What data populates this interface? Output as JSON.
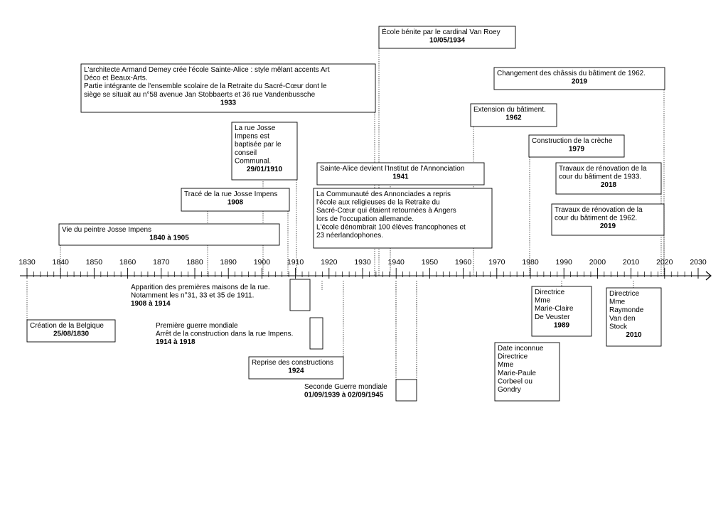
{
  "timeline": {
    "years": [
      "1830",
      "1840",
      "1850",
      "1860",
      "1870",
      "1880",
      "1890",
      "1900",
      "1910",
      "1920",
      "1930",
      "1940",
      "1950",
      "1960",
      "1970",
      "1980",
      "1990",
      "2000",
      "2010",
      "2020",
      "2030"
    ]
  },
  "events": [
    {
      "id": "ev-josse-life",
      "lines": [
        "Vie du peintre Josse Impens"
      ],
      "date": "1840 à 1905"
    },
    {
      "id": "ev-trace-rue",
      "lines": [
        "Tracé de la rue Josse Impens"
      ],
      "date": "1908"
    },
    {
      "id": "ev-rue-baptisee",
      "lines": [
        "La rue Josse",
        "Impens est",
        "baptisée par le",
        "conseil",
        "Communal."
      ],
      "date": "29/01/1910"
    },
    {
      "id": "ev-demey",
      "lines": [
        "L'architecte Armand Demey crée l'école Sainte-Alice : style mêlant accents Art",
        "Déco et Beaux-Arts.",
        "Partie intégrante de l'ensemble scolaire de la Retraite du Sacré-Cœur dont le",
        "siège se situait au n°58 avenue Jan Stobbaerts et 36 rue Vandenbussche"
      ],
      "date": "1933"
    },
    {
      "id": "ev-benite",
      "lines": [
        "École bénite par le cardinal Van Roey"
      ],
      "date": "10/05/1934"
    },
    {
      "id": "ev-annonciation",
      "lines": [
        "Sainte-Alice devient l'Institut de l'Annonciation"
      ],
      "date": "1941"
    },
    {
      "id": "ev-annonciades",
      "lines": [
        "La Communauté des Annonciades a repris",
        "l'école aux religieuses de la Retraite du",
        "Sacré-Cœur qui étaient retournées à Angers",
        "lors de l'occupation allemande.",
        "L'école dénombrait 100 élèves francophones et",
        "23 néerlandophones."
      ],
      "date": ""
    },
    {
      "id": "ev-extension",
      "lines": [
        "Extension du bâtiment."
      ],
      "date": "1962"
    },
    {
      "id": "ev-chassis",
      "lines": [
        "Changement des châssis du bâtiment de 1962."
      ],
      "date": "2019"
    },
    {
      "id": "ev-creche",
      "lines": [
        "Construction de la crèche"
      ],
      "date": "1979"
    },
    {
      "id": "ev-renov-1933",
      "lines": [
        "Travaux de rénovation de la",
        "cour du bâtiment de 1933."
      ],
      "date": "2018"
    },
    {
      "id": "ev-renov-1962",
      "lines": [
        "Travaux de rénovation de la",
        "cour du bâtiment de 1962."
      ],
      "date": "2019"
    },
    {
      "id": "ev-belgique",
      "lines": [
        "Création de la Belgique"
      ],
      "date": "25/08/1830"
    },
    {
      "id": "ev-maisons",
      "lines": [
        "Apparition des premières maisons de la rue.",
        "Notamment les n°31, 33 et 35 de 1911."
      ],
      "date": "1908 à 1914"
    },
    {
      "id": "ev-ww1",
      "lines": [
        "Première guerre mondiale",
        "Arrêt de la construction dans la rue Impens."
      ],
      "date": "1914 à 1918"
    },
    {
      "id": "ev-reprise",
      "lines": [
        "Reprise des constructions"
      ],
      "date": "1924"
    },
    {
      "id": "ev-ww2",
      "lines": [
        "Seconde Guerre mondiale"
      ],
      "date": "01/09/1939 à 02/09/1945"
    },
    {
      "id": "ev-directrice-1989",
      "lines": [
        "Directrice",
        "Mme",
        "Marie-Claire",
        "De Veuster"
      ],
      "date": "1989"
    },
    {
      "id": "ev-directrice-inconnue",
      "lines": [
        "Date inconnue",
        "Directrice",
        "Mme",
        "Marie-Paule",
        "Corbeel ou",
        "Gondry"
      ],
      "date": ""
    },
    {
      "id": "ev-directrice-2010",
      "lines": [
        "Directrice",
        "Mme",
        "Raymonde",
        "Van den",
        "Stock"
      ],
      "date": "2010"
    }
  ]
}
